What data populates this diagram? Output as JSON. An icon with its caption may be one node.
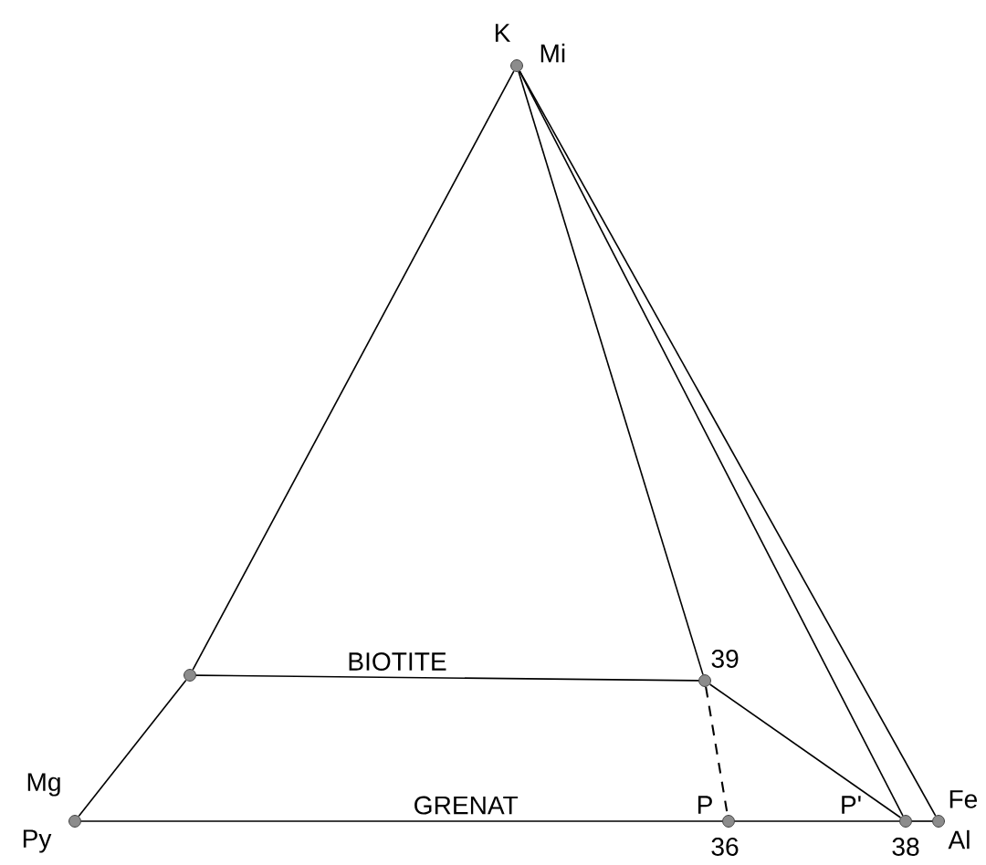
{
  "diagram": {
    "nodes": [
      {
        "text": [],
        "shape": "circle",
        "beside": [
          "K",
          "Mi"
        ]
      },
      {
        "text": [],
        "shape": "circle",
        "beside": [
          "Mg",
          "Py"
        ]
      },
      {
        "text": [],
        "shape": "circle"
      },
      {
        "text": [],
        "shape": "circle",
        "beside": [
          "39"
        ]
      },
      {
        "text": [],
        "shape": "circle",
        "beside": [
          "P",
          "36"
        ]
      },
      {
        "text": [],
        "shape": "circle",
        "beside": [
          "P'",
          "38"
        ]
      },
      {
        "text": [],
        "shape": "circle",
        "beside": [
          "Fe",
          "Al"
        ]
      }
    ],
    "edges": [
      {
        "from": 1,
        "to": 2,
        "arrow": "none"
      },
      {
        "from": 2,
        "to": 0,
        "arrow": "none"
      },
      {
        "from": 0,
        "to": 3,
        "arrow": "none"
      },
      {
        "from": 0,
        "to": 5,
        "arrow": "none"
      },
      {
        "from": 0,
        "to": 6,
        "arrow": "none"
      },
      {
        "from": 2,
        "to": 3,
        "arrow": "none",
        "label": "BIOTITE"
      },
      {
        "from": 3,
        "to": 4,
        "arrow": "none",
        "style": "dashed"
      },
      {
        "from": 3,
        "to": 5,
        "arrow": "none"
      },
      {
        "from": 1,
        "to": 4,
        "arrow": "none",
        "label": "GRENAT"
      },
      {
        "from": 4,
        "to": 5,
        "arrow": "none"
      },
      {
        "from": 5,
        "to": 6,
        "arrow": "none"
      }
    ]
  }
}
